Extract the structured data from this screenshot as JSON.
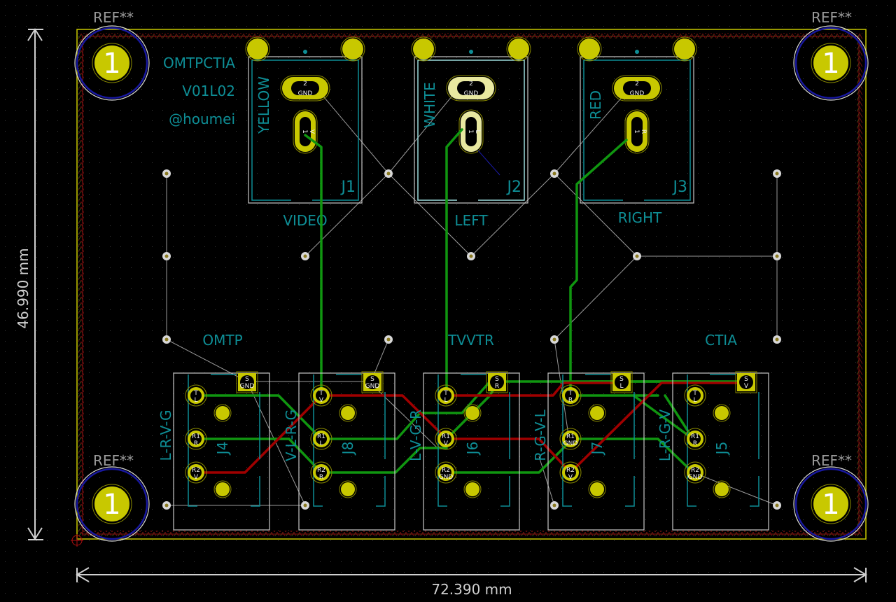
{
  "board": {
    "title_lines": [
      "OMTPCTIA",
      "V01L02",
      "@houmei"
    ],
    "width_dimension": "72.390 mm",
    "height_dimension": "46.990 mm",
    "mount_holes": [
      {
        "ref": "REF**",
        "pad": "1"
      },
      {
        "ref": "REF**",
        "pad": "1"
      },
      {
        "ref": "REF**",
        "pad": "1"
      },
      {
        "ref": "REF**",
        "pad": "1"
      }
    ]
  },
  "rca_jacks": [
    {
      "ref": "J1",
      "color_label": "YELLOW",
      "function_label": "VIDEO",
      "pad2": {
        "num": "2",
        "net": "GND"
      },
      "pad1": {
        "num": "1",
        "net": "V"
      }
    },
    {
      "ref": "J2",
      "color_label": "WHITE",
      "function_label": "LEFT",
      "pad2": {
        "num": "2",
        "net": "GND"
      },
      "pad1": {
        "num": "1",
        "net": "L"
      }
    },
    {
      "ref": "J3",
      "color_label": "RED",
      "function_label": "RIGHT",
      "pad2": {
        "num": "2",
        "net": "GND"
      },
      "pad1": {
        "num": "1",
        "net": "R"
      }
    }
  ],
  "group_labels": [
    "OMTP",
    "TVVTR",
    "CTIA"
  ],
  "trrs_jacks": [
    {
      "ref": "J4",
      "pinout": "L-R-V-G",
      "pads": [
        {
          "name": "S",
          "net": "GND"
        },
        {
          "name": "T",
          "net": "L"
        },
        {
          "name": "R1",
          "net": "R"
        },
        {
          "name": "R2",
          "net": "V"
        }
      ]
    },
    {
      "ref": "J8",
      "pinout": "V-L-R-G",
      "pads": [
        {
          "name": "S",
          "net": "GND"
        },
        {
          "name": "T",
          "net": "V"
        },
        {
          "name": "R1",
          "net": "L"
        },
        {
          "name": "R2",
          "net": "R"
        }
      ]
    },
    {
      "ref": "J6",
      "pinout": "L-V-G-R",
      "pads": [
        {
          "name": "S",
          "net": "R"
        },
        {
          "name": "T",
          "net": "L"
        },
        {
          "name": "R1",
          "net": "V"
        },
        {
          "name": "R2",
          "net": "GND"
        }
      ]
    },
    {
      "ref": "J7",
      "pinout": "R-G-V-L",
      "pads": [
        {
          "name": "S",
          "net": "L"
        },
        {
          "name": "T",
          "net": "R"
        },
        {
          "name": "R1",
          "net": "GND"
        },
        {
          "name": "R2",
          "net": "V"
        }
      ]
    },
    {
      "ref": "J5",
      "pinout": "L-R-G-V",
      "pads": [
        {
          "name": "S",
          "net": "V"
        },
        {
          "name": "T",
          "net": "L"
        },
        {
          "name": "R1",
          "net": "R"
        },
        {
          "name": "R2",
          "net": "GND"
        }
      ]
    }
  ],
  "colors": {
    "background": "#000000",
    "edge_cuts": "#c8c800",
    "silkscreen": "#0e8e96",
    "pad": "#c8c800",
    "front_copper": "#a00000",
    "back_copper": "#109610",
    "ratsnest": "#a0a0a0",
    "courtyard": "#1818a0",
    "dimension": "#d0d0d0"
  }
}
